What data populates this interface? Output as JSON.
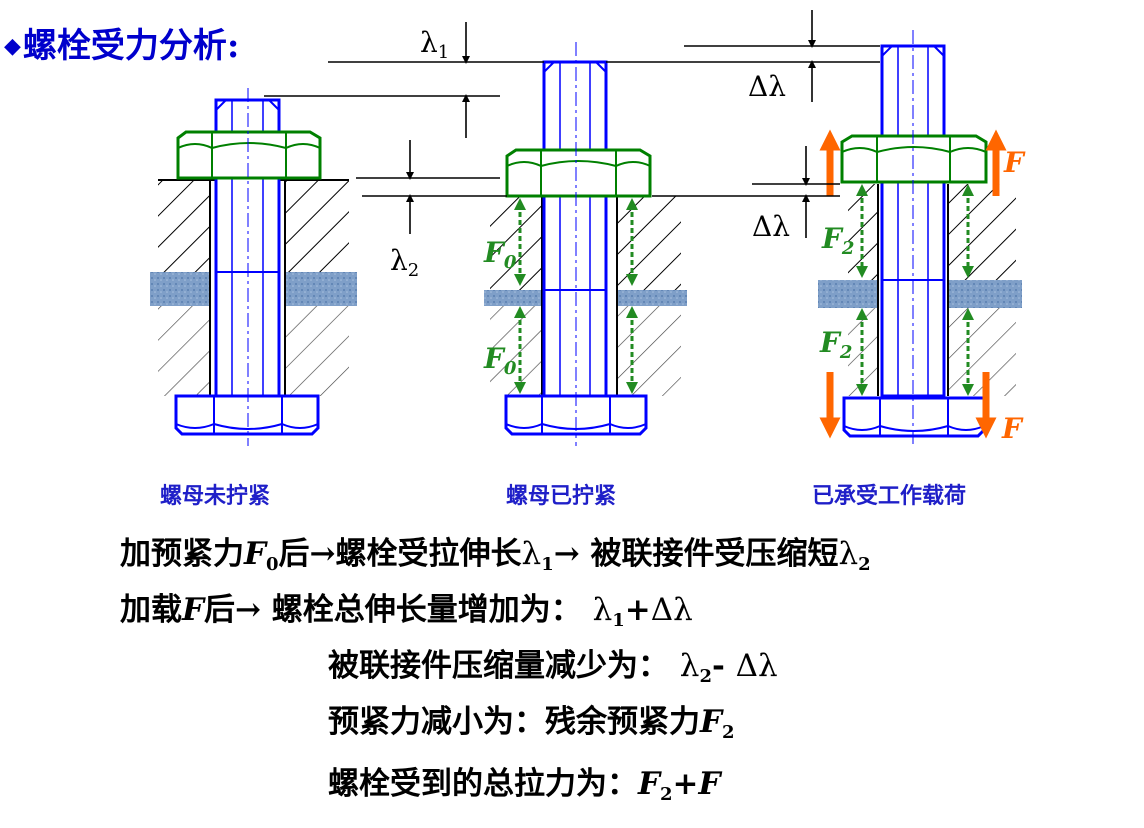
{
  "title": "螺栓受力分析:",
  "captions": {
    "untightened": "螺母未拧紧",
    "tightened": "螺母已拧紧",
    "loaded": "已承受工作载荷"
  },
  "labels": {
    "lambda1": "λ1",
    "lambda2": "λ2",
    "delta_lambda": "Δλ",
    "F0": "F0",
    "F2": "F2",
    "F": "F"
  },
  "text_lines": {
    "line1": {
      "a": "加预紧力",
      "b": "后→螺栓受拉伸长",
      "c": "→ 被联接件受压缩短"
    },
    "line2": {
      "a": "加载",
      "b": "后→  螺栓总伸长量增加为："
    },
    "line3": {
      "a": "被联接件压缩量减少为："
    },
    "line4": {
      "a": "预紧力减小为：残余预紧力"
    },
    "line5": {
      "a": "螺栓受到的总拉力为："
    }
  },
  "colors": {
    "bolt": "#0000ff",
    "nut": "#008000",
    "arrow_green": "#228b22",
    "arrow_orange": "#ff6600",
    "gasket": "#7f9fc8",
    "text": "#000000",
    "title": "#0000cc"
  }
}
